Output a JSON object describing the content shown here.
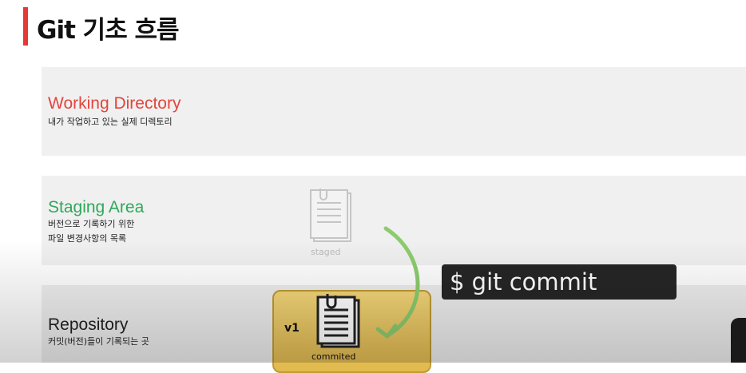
{
  "slide": {
    "title": "Git 기초 흐름"
  },
  "areas": [
    {
      "name": "Working Directory",
      "desc": [
        "내가 작업하고 있는 실제 디렉토리"
      ]
    },
    {
      "name": "Staging Area",
      "desc": [
        "버전으로 기록하기 위한",
        "파일 변경사항의 목록"
      ]
    },
    {
      "name": "Repository",
      "desc": [
        "커밋(버전)들이 기록되는 곳"
      ]
    }
  ],
  "staged_doc": {
    "label": "staged",
    "icon": "document-icon"
  },
  "committed_doc": {
    "version": "v1",
    "label": "commited",
    "icon": "document-icon"
  },
  "command": {
    "text": "$ git commit"
  },
  "colors": {
    "accent": "#e53935",
    "working": "#e2453c",
    "staging": "#2ea85a",
    "commit_box": "#f4d67a",
    "arrow": "#8ccc6e"
  }
}
